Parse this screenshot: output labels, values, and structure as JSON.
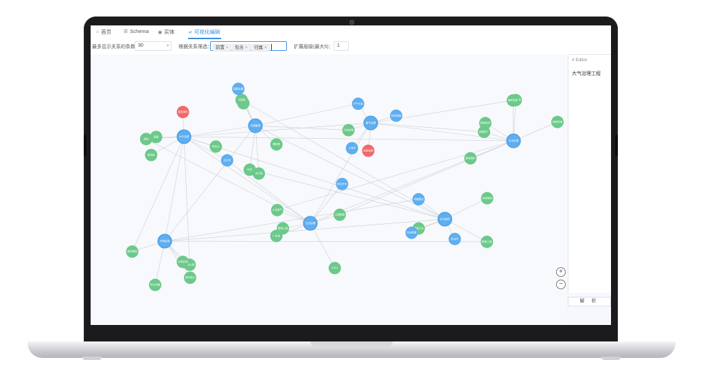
{
  "tabs": [
    {
      "label": "首页",
      "icon": "home-icon",
      "glyph": "⌂",
      "active": false
    },
    {
      "label": "Schema",
      "icon": "list-icon",
      "glyph": "☰",
      "active": false
    },
    {
      "label": "实体",
      "icon": "eye-icon",
      "glyph": "◉",
      "active": false
    },
    {
      "label": "可视化编辑",
      "icon": "share-icon",
      "glyph": "⋖",
      "active": true
    }
  ],
  "toolbar": {
    "max_rel_label": "最多显示关系的条数：",
    "max_rel_value": "30",
    "filter_label": "根据关系筛选：",
    "filter_chips": [
      "前置",
      "包含",
      "归属"
    ],
    "expand_label": "扩展层级(最大5)：",
    "expand_value": "1"
  },
  "editor": {
    "title": "# Editor",
    "content": "大气治理工程",
    "parse_label": "解 析"
  },
  "zoom": {
    "in": "+",
    "out": "−"
  },
  "colors": {
    "blue": "#5eaef0",
    "green": "#6cc98a",
    "red": "#f06a6a",
    "edge": "#c9ccd2",
    "accent": "#3a8ee6"
  },
  "graph": {
    "nodes": [
      {
        "id": "h1",
        "label": "大气治理",
        "color": "blue",
        "hub": true
      },
      {
        "id": "h2",
        "label": "环境管理",
        "color": "blue",
        "hub": true
      },
      {
        "id": "h3",
        "label": "生态治理",
        "color": "blue",
        "hub": true
      },
      {
        "id": "h4",
        "label": "水污染防",
        "color": "blue",
        "hub": true
      },
      {
        "id": "h5",
        "label": "污水处理",
        "color": "blue",
        "hub": true
      },
      {
        "id": "h6",
        "label": "环境监测",
        "color": "blue",
        "hub": true
      },
      {
        "id": "h7",
        "label": "废气治理",
        "color": "blue",
        "hub": true
      },
      {
        "id": "n1",
        "label": "燃烧",
        "color": "green"
      },
      {
        "id": "n2",
        "label": "颗粒物",
        "color": "green"
      },
      {
        "id": "n3",
        "label": "广东省",
        "color": "green"
      },
      {
        "id": "n4",
        "label": "脱硫工程",
        "color": "green"
      },
      {
        "id": "n5",
        "label": "脱硝技术",
        "color": "green"
      },
      {
        "id": "n6",
        "label": "除尘设备",
        "color": "green"
      },
      {
        "id": "n7",
        "label": "大气污染",
        "color": "blue"
      },
      {
        "id": "n8",
        "label": "雾霾",
        "color": "green"
      },
      {
        "id": "n9",
        "label": "臭氧",
        "color": "green"
      },
      {
        "id": "n10",
        "label": "工业废气",
        "color": "green"
      },
      {
        "id": "n11",
        "label": "机动车",
        "color": "blue"
      },
      {
        "id": "n12",
        "label": "排放标准",
        "color": "green"
      },
      {
        "id": "n13",
        "label": "治理工程",
        "color": "green"
      },
      {
        "id": "n14",
        "label": "防治措施",
        "color": "blue"
      },
      {
        "id": "n15",
        "label": "监测站",
        "color": "green"
      },
      {
        "id": "n16",
        "label": "污染源",
        "color": "green"
      },
      {
        "id": "n17",
        "label": "VOCs",
        "color": "green"
      },
      {
        "id": "n18",
        "label": "钢铁行业",
        "color": "green"
      },
      {
        "id": "n19",
        "label": "燃煤电厂",
        "color": "green"
      },
      {
        "id": "n20",
        "label": "城市扬尘",
        "color": "green"
      },
      {
        "id": "n21",
        "label": "上海市",
        "color": "blue"
      },
      {
        "id": "n22",
        "label": "北京市",
        "color": "blue"
      },
      {
        "id": "n23",
        "label": "水环境",
        "color": "green"
      },
      {
        "id": "n24",
        "label": "管网工程",
        "color": "green"
      },
      {
        "id": "n25",
        "label": "河道整治",
        "color": "blue"
      },
      {
        "id": "n26",
        "label": "湖泊治理",
        "color": "green"
      },
      {
        "id": "n27",
        "label": "水质监测",
        "color": "green"
      },
      {
        "id": "n28",
        "label": "污泥处理",
        "color": "green"
      },
      {
        "id": "n29",
        "label": "再生水",
        "color": "green"
      },
      {
        "id": "n30",
        "label": "固废处置",
        "color": "blue"
      },
      {
        "id": "n31",
        "label": "土壤修复",
        "color": "green"
      },
      {
        "id": "n32",
        "label": "生态修复",
        "color": "blue"
      },
      {
        "id": "n33",
        "label": "湿地保护",
        "color": "green"
      },
      {
        "id": "n34",
        "label": "森林覆盖",
        "color": "green"
      },
      {
        "id": "n35",
        "label": "危险废物",
        "color": "red"
      },
      {
        "id": "n36",
        "label": "突发事件",
        "color": "red"
      },
      {
        "id": "n37",
        "label": "环评",
        "color": "green"
      },
      {
        "id": "n38",
        "label": "排污许可",
        "color": "blue"
      },
      {
        "id": "n39",
        "label": "在线监测",
        "color": "green"
      },
      {
        "id": "n40",
        "label": "噪声控制",
        "color": "green"
      }
    ]
  }
}
